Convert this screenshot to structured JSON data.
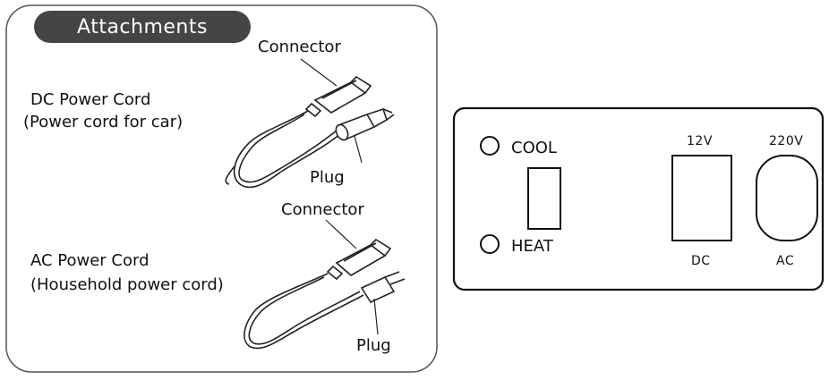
{
  "attachments": {
    "title": "Attachments",
    "dc_cord": {
      "name": "DC Power Cord",
      "subtitle": "(Power cord for car)",
      "connector_label": "Connector",
      "plug_label": "Plug"
    },
    "ac_cord": {
      "name": "AC Power Cord",
      "subtitle": "(Household power cord)",
      "connector_label": "Connector",
      "plug_label": "Plug"
    }
  },
  "control_panel": {
    "cool_label": "COOL",
    "heat_label": "HEAT",
    "dc_voltage": "12V",
    "dc_label": "DC",
    "ac_voltage": "220V",
    "ac_label": "AC"
  },
  "colors": {
    "line": "#222222",
    "tab_fill": "#454545",
    "tab_text": "#ffffff",
    "panel_frame": "#111111"
  }
}
